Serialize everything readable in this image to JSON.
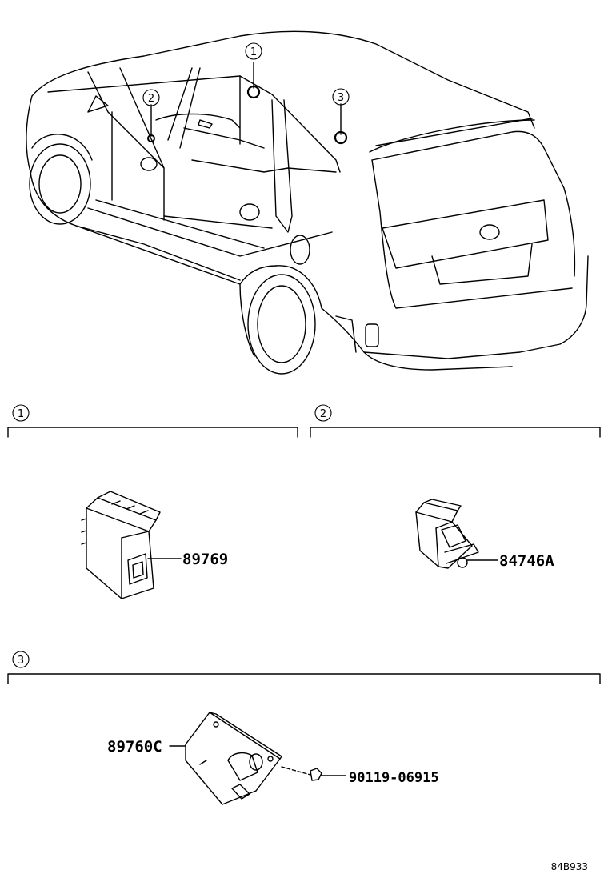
{
  "callouts": {
    "c1": "1",
    "c2": "2",
    "c3": "3"
  },
  "sections": [
    {
      "number": "1"
    },
    {
      "number": "2"
    },
    {
      "number": "3"
    }
  ],
  "parts": [
    {
      "id": "89769"
    },
    {
      "id": "84746A"
    },
    {
      "id": "89760C"
    },
    {
      "id": "90119-06915"
    }
  ],
  "diagram_code": "84B933"
}
